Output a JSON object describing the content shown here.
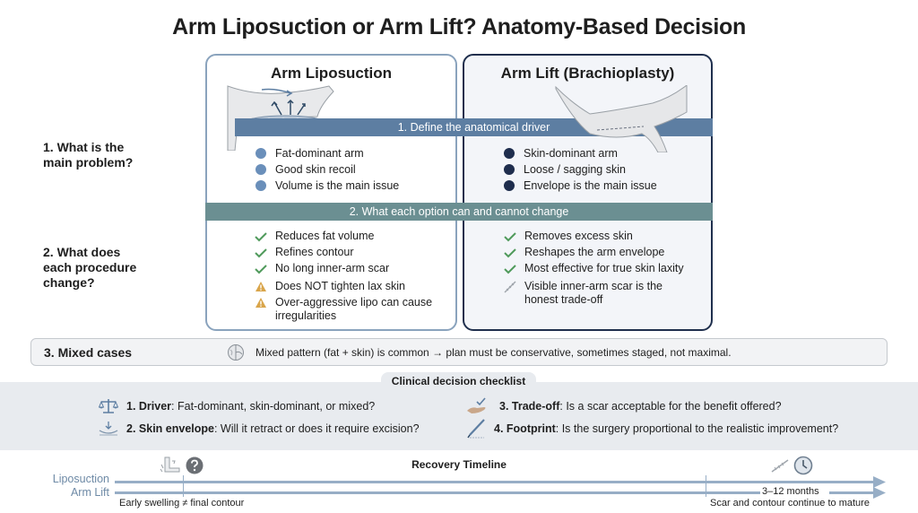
{
  "title": "Arm Liposuction or Arm Lift? Anatomy-Based Decision",
  "row_labels": {
    "q1_line1": "1. What is the",
    "q1_line2": "main problem?",
    "q2_line1": "2. What does",
    "q2_line2": "each procedure",
    "q2_line3": "change?"
  },
  "colors": {
    "lipo_accent": "#6a8fba",
    "lift_accent": "#1e2d4d",
    "band1": "#5d7ea2",
    "band2": "#6b8f92",
    "check_green": "#4f9a5b",
    "warning_amber": "#d9a54a"
  },
  "lipo": {
    "title": "Arm Liposuction",
    "drivers": [
      "Fat-dominant arm",
      "Good skin recoil",
      "Volume is the main issue"
    ],
    "pros": [
      "Reduces fat volume",
      "Refines contour",
      "No long inner-arm scar"
    ],
    "warnings": [
      "Does NOT tighten lax skin",
      "Over-aggressive lipo can cause",
      "irregularities"
    ]
  },
  "lift": {
    "title": "Arm Lift (Brachioplasty)",
    "drivers": [
      "Skin-dominant arm",
      "Loose / sagging skin",
      "Envelope is the main issue"
    ],
    "pros": [
      "Removes excess skin",
      "Reshapes the arm envelope",
      "Most effective for true skin laxity"
    ],
    "tradeoff_line1": "Visible inner-arm scar is the",
    "tradeoff_line2": "honest trade-off"
  },
  "bands": {
    "band1": "1. Define the anatomical driver",
    "band2": "2. What each option can and cannot change"
  },
  "mixed": {
    "label": "3. Mixed cases",
    "text": "Mixed pattern (fat + skin) is common → plan must be conservative, sometimes staged, not maximal."
  },
  "checklist": {
    "title": "Clinical decision checklist",
    "items": [
      {
        "num": "1. ",
        "key": "Driver",
        "text": ": Fat-dominant, skin-dominant, or mixed?"
      },
      {
        "num": "2. ",
        "key": "Skin envelope",
        "text": ": Will it retract or does it require excision?"
      },
      {
        "num": "3. ",
        "key": "Trade-off",
        "text": ": Is a scar acceptable for the benefit offered?"
      },
      {
        "num": "4. ",
        "key": "Footprint",
        "text": ": Is the surgery proportional to the realistic improvement?"
      }
    ]
  },
  "timeline": {
    "title": "Recovery Timeline",
    "lipo_label": "Liposuction",
    "lift_label": "Arm Lift",
    "early_note": "Early swelling ≠ final contour",
    "late_range": "3–12 months",
    "late_note": "Scar and contour continue to mature"
  }
}
